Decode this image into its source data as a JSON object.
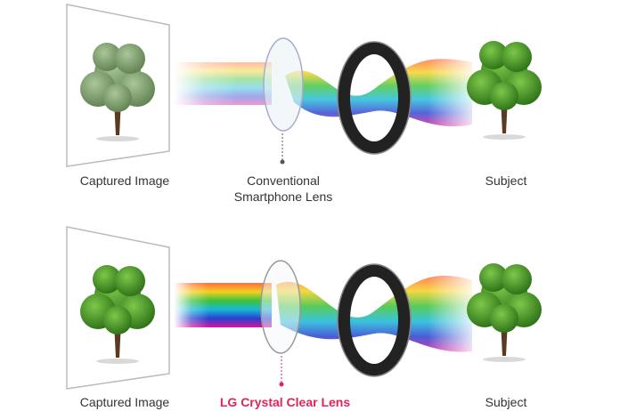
{
  "top_panel": {
    "captured_label": "Captured Image",
    "lens_label_line1": "Conventional",
    "lens_label_line2": "Smartphone Lens",
    "subject_label": "Subject"
  },
  "bottom_panel": {
    "captured_label": "Captured Image",
    "lens_label": "LG Crystal Clear Lens",
    "subject_label": "Subject"
  },
  "colors": {
    "accent": "#e0245a",
    "text": "#333333",
    "tree": "#3f8a1f"
  }
}
